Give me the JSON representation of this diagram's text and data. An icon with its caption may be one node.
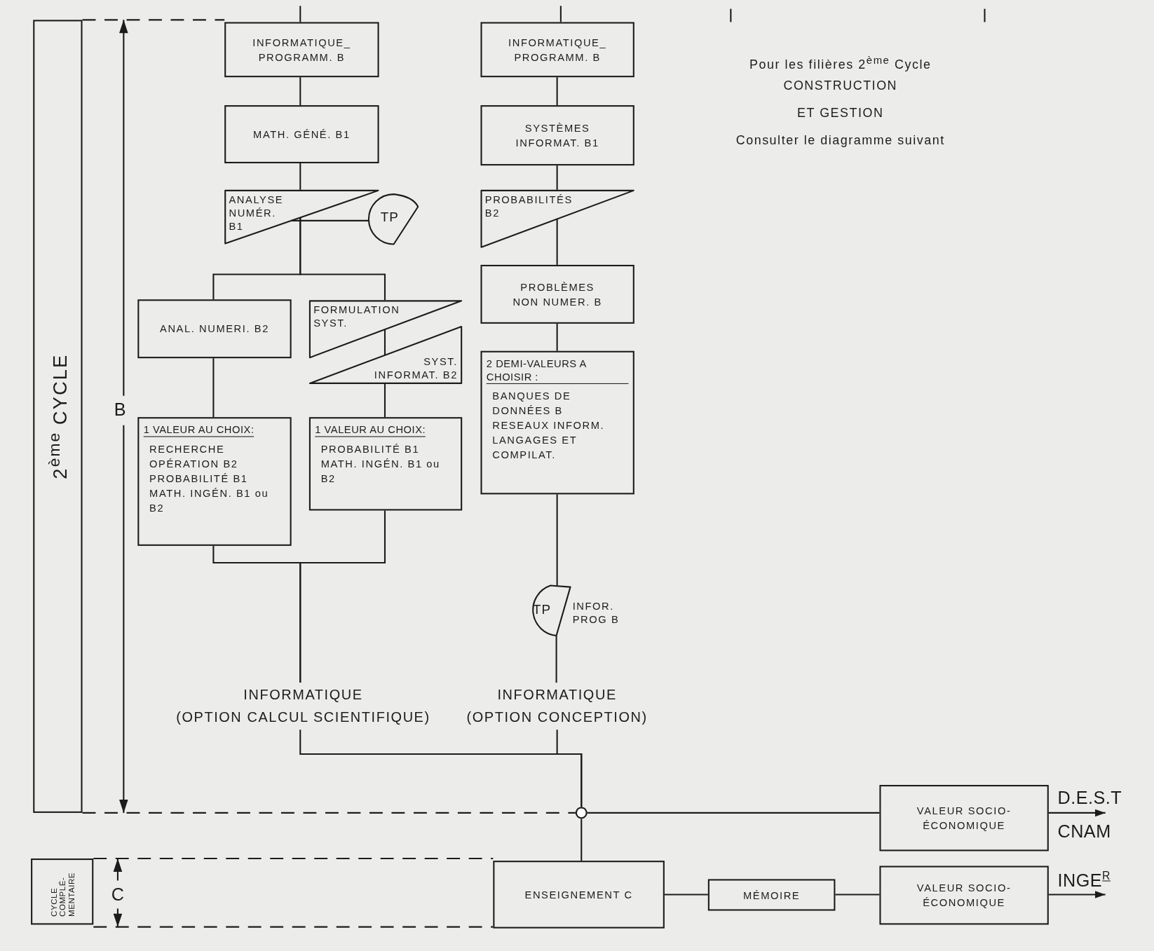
{
  "diagram": {
    "nodes": [
      {
        "text": [
          "INFORMATIQUE_ PROGRAMM. B"
        ]
      },
      {
        "text": [
          "MATH. GÉNÉ. B1"
        ]
      },
      {
        "text": [
          "ANALYSE NUMÉR. B1"
        ]
      },
      {
        "text": [
          "TP"
        ]
      },
      {
        "text": [
          "ANAL. NUMERI. B2"
        ]
      },
      {
        "text": [
          "FORMULATION SYST."
        ]
      },
      {
        "text": [
          "SYST. INFORMAT. B2"
        ]
      },
      {
        "text": [
          "1 VALEUR AU CHOIX:",
          "RECHERCHE OPÉRATION B2",
          "PROBABILITÉ B1",
          "MATH. INGÉN. B1 ou B2"
        ]
      },
      {
        "text": [
          "1 VALEUR AU CHOIX:",
          "PROBABILITÉ B1",
          "MATH. INGÉN. B1 ou B2"
        ]
      },
      {
        "text": [
          "INFORMATIQUE",
          "(OPTION CALCUL SCIENTIFIQUE)"
        ]
      },
      {
        "text": [
          "INFORMATIQUE_ PROGRAMM. B"
        ]
      },
      {
        "text": [
          "SYSTÈMES INFORMAT. B1"
        ]
      },
      {
        "text": [
          "PROBABILITÉS B2"
        ]
      },
      {
        "text": [
          "PROBLÈMES NON NUMER. B"
        ]
      },
      {
        "text": [
          "2 DEMI-VALEURS A CHOISIR :",
          "BANQUES DE DONNÉES B",
          "RESEAUX INFORM.",
          "LANGAGES ET COMPILAT."
        ]
      },
      {
        "text": [
          "TP"
        ],
        "beside": [
          "INFOR. PROG B"
        ]
      },
      {
        "text": [
          "INFORMATIQUE",
          "(OPTION CONCEPTION)"
        ]
      },
      {
        "text": [],
        "shape": "circle"
      },
      {
        "text": [
          "ENSEIGNEMENT C"
        ]
      },
      {
        "text": [
          "VALEUR SOCIO-ÉCONOMIQUE"
        ]
      },
      {
        "text": [
          "MÉMOIRE"
        ]
      },
      {
        "text": [
          "VALEUR SOCIO-ÉCONOMIQUE"
        ]
      },
      {
        "text": [
          "2$^{ème}$ CYCLE"
        ]
      },
      {
        "text": [
          "CYCLE COMPLÉ- MENTAIRE"
        ]
      },
      {
        "text": [
          "D.E.S.T"
        ]
      },
      {
        "text": [
          "INGE$^{R}$"
        ]
      }
    ],
    "edges": [
      {
        "from": null,
        "to": 0,
        "arrow": "none"
      },
      {
        "from": 0,
        "to": 1,
        "arrow": "none"
      },
      {
        "from": 1,
        "to": 2,
        "arrow": "none"
      },
      {
        "from": 2,
        "to": 3,
        "arrow": "none"
      },
      {
        "from": 2,
        "to": 4,
        "arrow": "none"
      },
      {
        "from": 2,
        "to": 5,
        "arrow": "none"
      },
      {
        "from": 5,
        "to": 6,
        "arrow": "none"
      },
      {
        "from": 4,
        "to": 7,
        "arrow": "none"
      },
      {
        "from": 6,
        "to": 8,
        "arrow": "none"
      },
      {
        "from": 7,
        "to": 9,
        "arrow": "none"
      },
      {
        "from": 8,
        "to": 9,
        "arrow": "none"
      },
      {
        "from": 9,
        "to": 17,
        "arrow": "none"
      },
      {
        "from": 16,
        "to": 17,
        "arrow": "none"
      },
      {
        "from": 17,
        "to": 18,
        "arrow": "none"
      },
      {
        "from": 17,
        "to": 19,
        "arrow": "none"
      },
      {
        "from": 19,
        "to": 24,
        "arrow": "to"
      },
      {
        "from": 18,
        "to": 20,
        "arrow": "none"
      },
      {
        "from": 20,
        "to": 21,
        "arrow": "none"
      },
      {
        "from": 21,
        "to": 25,
        "arrow": "to"
      },
      {
        "from": null,
        "to": 10,
        "arrow": "none"
      },
      {
        "from": 10,
        "to": 11,
        "arrow": "none"
      },
      {
        "from": 11,
        "to": 12,
        "arrow": "none"
      },
      {
        "from": 12,
        "to": 13,
        "arrow": "none"
      },
      {
        "from": 13,
        "to": 14,
        "arrow": "none"
      },
      {
        "from": 14,
        "to": 15,
        "arrow": "none"
      },
      {
        "from": 15,
        "to": 16,
        "arrow": "none"
      }
    ],
    "labels": [
      "Pour les filières 2$^{ème}$ Cycle",
      "CONSTRUCTION",
      "ET GESTION",
      "Consulter le diagramme suivant",
      "B",
      "C",
      "CNAM"
    ]
  }
}
